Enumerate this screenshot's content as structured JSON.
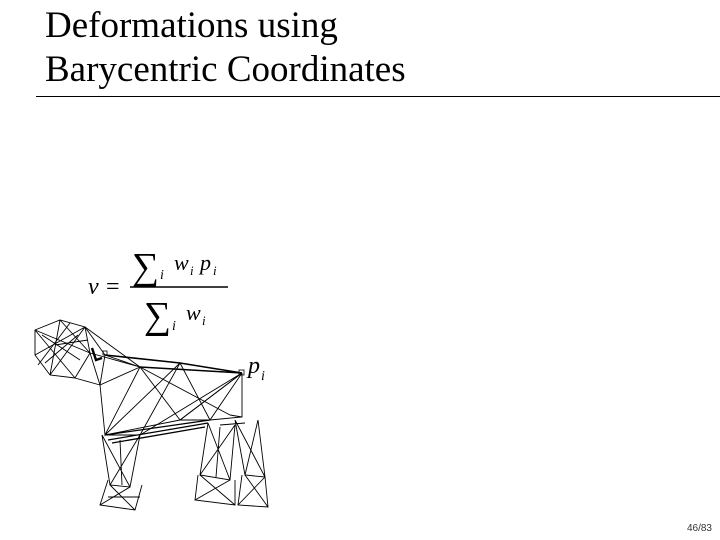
{
  "slide": {
    "title_line1": "Deformations using",
    "title_line2": "Barycentric Coordinates",
    "formula": {
      "lhs": "v",
      "equals": "=",
      "sum": "∑",
      "sub": "i",
      "num_w": "w",
      "num_p": "p",
      "den_w": "w"
    },
    "point_label": {
      "var": "p",
      "sub": "i"
    },
    "page_number": "46/83"
  },
  "colors": {
    "text": "#000000",
    "background": "#ffffff",
    "wire": "#000000"
  },
  "icons": {
    "figure": "wireframe-dog-cage-icon"
  }
}
